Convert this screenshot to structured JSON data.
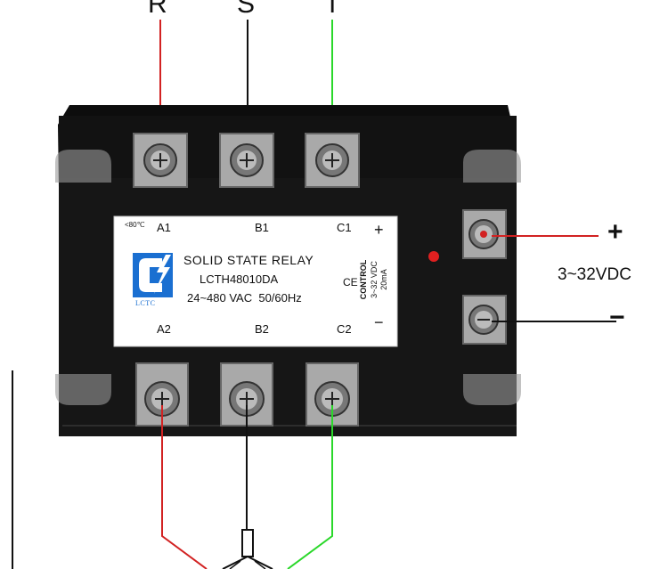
{
  "phases": {
    "r": "R",
    "s": "S",
    "t": "T"
  },
  "relay": {
    "temp_rating": "<80℃",
    "terminals_top": {
      "a1": "A1",
      "b1": "B1",
      "c1": "C1"
    },
    "terminals_bottom": {
      "a2": "A2",
      "b2": "B2",
      "c2": "C2"
    },
    "title": "SOLID STATE RELAY",
    "model": "LCTH48010DA",
    "rating": "24~480 VAC  50/60Hz",
    "control_label": "CONTROL",
    "control_voltage": "3~32 VDC",
    "control_current": "20mA",
    "ce_mark": "CE",
    "brand": "LCTC",
    "plus_sign": "+",
    "minus_sign": "−"
  },
  "dc_input": {
    "plus": "+",
    "minus": "−",
    "voltage": "3~32VDC"
  },
  "colors": {
    "wire_r": "#d22222",
    "wire_s": "#111111",
    "wire_t": "#2ad82a",
    "body": "#0d0d0d",
    "label_bg": "#ffffff",
    "logo_blue": "#1a6fd1",
    "led": "#e02020"
  }
}
